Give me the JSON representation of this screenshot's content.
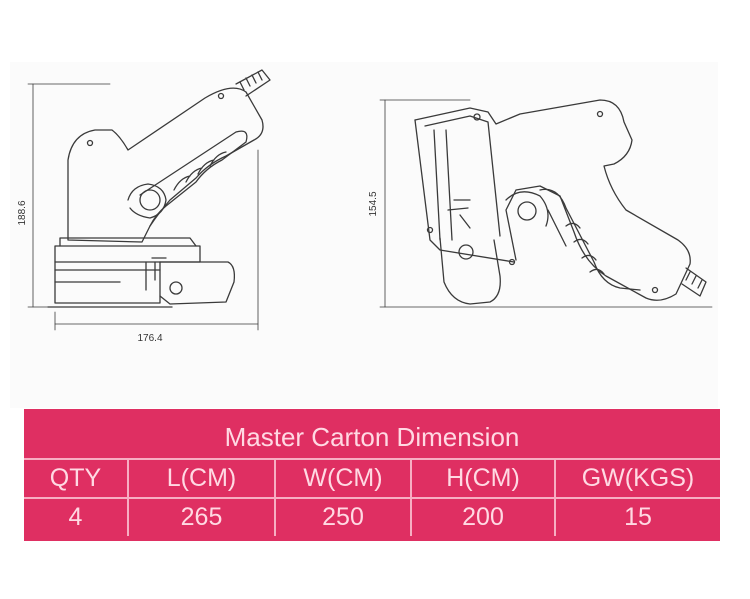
{
  "drawing": {
    "left_view": {
      "height_dim": "188.6",
      "width_dim": "176.4"
    },
    "right_view": {
      "height_dim": "154.5"
    }
  },
  "carton": {
    "title": "Master Carton Dimension",
    "headers": [
      "QTY",
      "L(CM)",
      "W(CM)",
      "H(CM)",
      "GW(KGS)"
    ],
    "values": [
      "4",
      "265",
      "250",
      "200",
      "15"
    ]
  }
}
